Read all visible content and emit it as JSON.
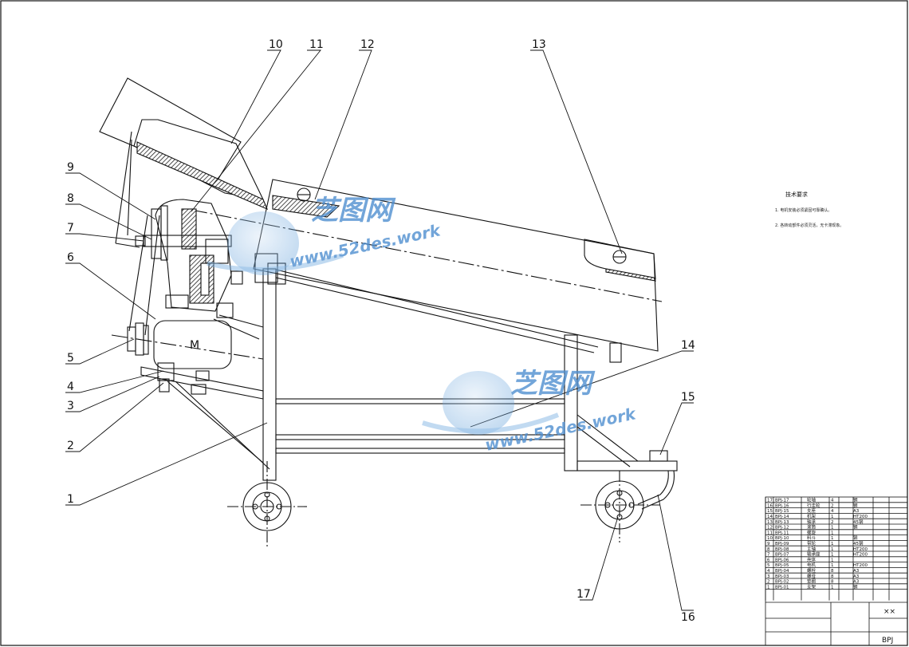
{
  "callouts": [
    "1",
    "2",
    "3",
    "4",
    "5",
    "6",
    "7",
    "8",
    "9",
    "10",
    "11",
    "12",
    "13",
    "14",
    "15",
    "16",
    "17"
  ],
  "motor_label": "M",
  "tech_notes": {
    "title": "技术要求",
    "items": [
      "1. 电机安装必须紧固可靠确认。",
      "2. 各转动部件必须灵活，无卡滞现象。"
    ]
  },
  "watermark": {
    "brand": "芝图网",
    "url": "www.52des.work"
  },
  "title_block": {
    "drawing_name": "××",
    "drawing_code": "BPJ",
    "parts_list": [
      {
        "no": "17",
        "code": "BPJ-17",
        "name": "轮轴",
        "qty": "4",
        "material": "钢"
      },
      {
        "no": "16",
        "code": "BPJ-16",
        "name": "行走轮",
        "qty": "2",
        "material": "钢"
      },
      {
        "no": "15",
        "code": "BPJ-15",
        "name": "支座",
        "qty": "4",
        "material": "A3"
      },
      {
        "no": "14",
        "code": "BPJ-14",
        "name": "机架",
        "qty": "1",
        "material": "HT200"
      },
      {
        "no": "13",
        "code": "BPJ-13",
        "name": "轴承",
        "qty": "2",
        "material": "45钢"
      },
      {
        "no": "12",
        "code": "BPJ-12",
        "name": "滚筒",
        "qty": "1",
        "material": "钢"
      },
      {
        "no": "11",
        "code": "BPJ-11",
        "name": "螺旋",
        "qty": "1",
        "material": ""
      },
      {
        "no": "10",
        "code": "BPJ-10",
        "name": "料斗",
        "qty": "1",
        "material": "钢"
      },
      {
        "no": "9",
        "code": "BPJ-09",
        "name": "带轮",
        "qty": "1",
        "material": "45钢"
      },
      {
        "no": "8",
        "code": "BPJ-08",
        "name": "主轴",
        "qty": "1",
        "material": "HT200"
      },
      {
        "no": "7",
        "code": "BPJ-07",
        "name": "轴承座",
        "qty": "1",
        "material": "HT200"
      },
      {
        "no": "6",
        "code": "BPJ-06",
        "name": "壳体",
        "qty": "1",
        "material": ""
      },
      {
        "no": "5",
        "code": "BPJ-05",
        "name": "电机",
        "qty": "1",
        "material": "HT200"
      },
      {
        "no": "4",
        "code": "BPJ-04",
        "name": "螺栓",
        "qty": "8",
        "material": "A3"
      },
      {
        "no": "3",
        "code": "BPJ-03",
        "name": "螺母",
        "qty": "8",
        "material": "A3"
      },
      {
        "no": "2",
        "code": "BPJ-02",
        "name": "垫圈",
        "qty": "8",
        "material": "A3"
      },
      {
        "no": "1",
        "code": "BPJ-01",
        "name": "支架",
        "qty": "1",
        "material": "钢"
      }
    ]
  }
}
